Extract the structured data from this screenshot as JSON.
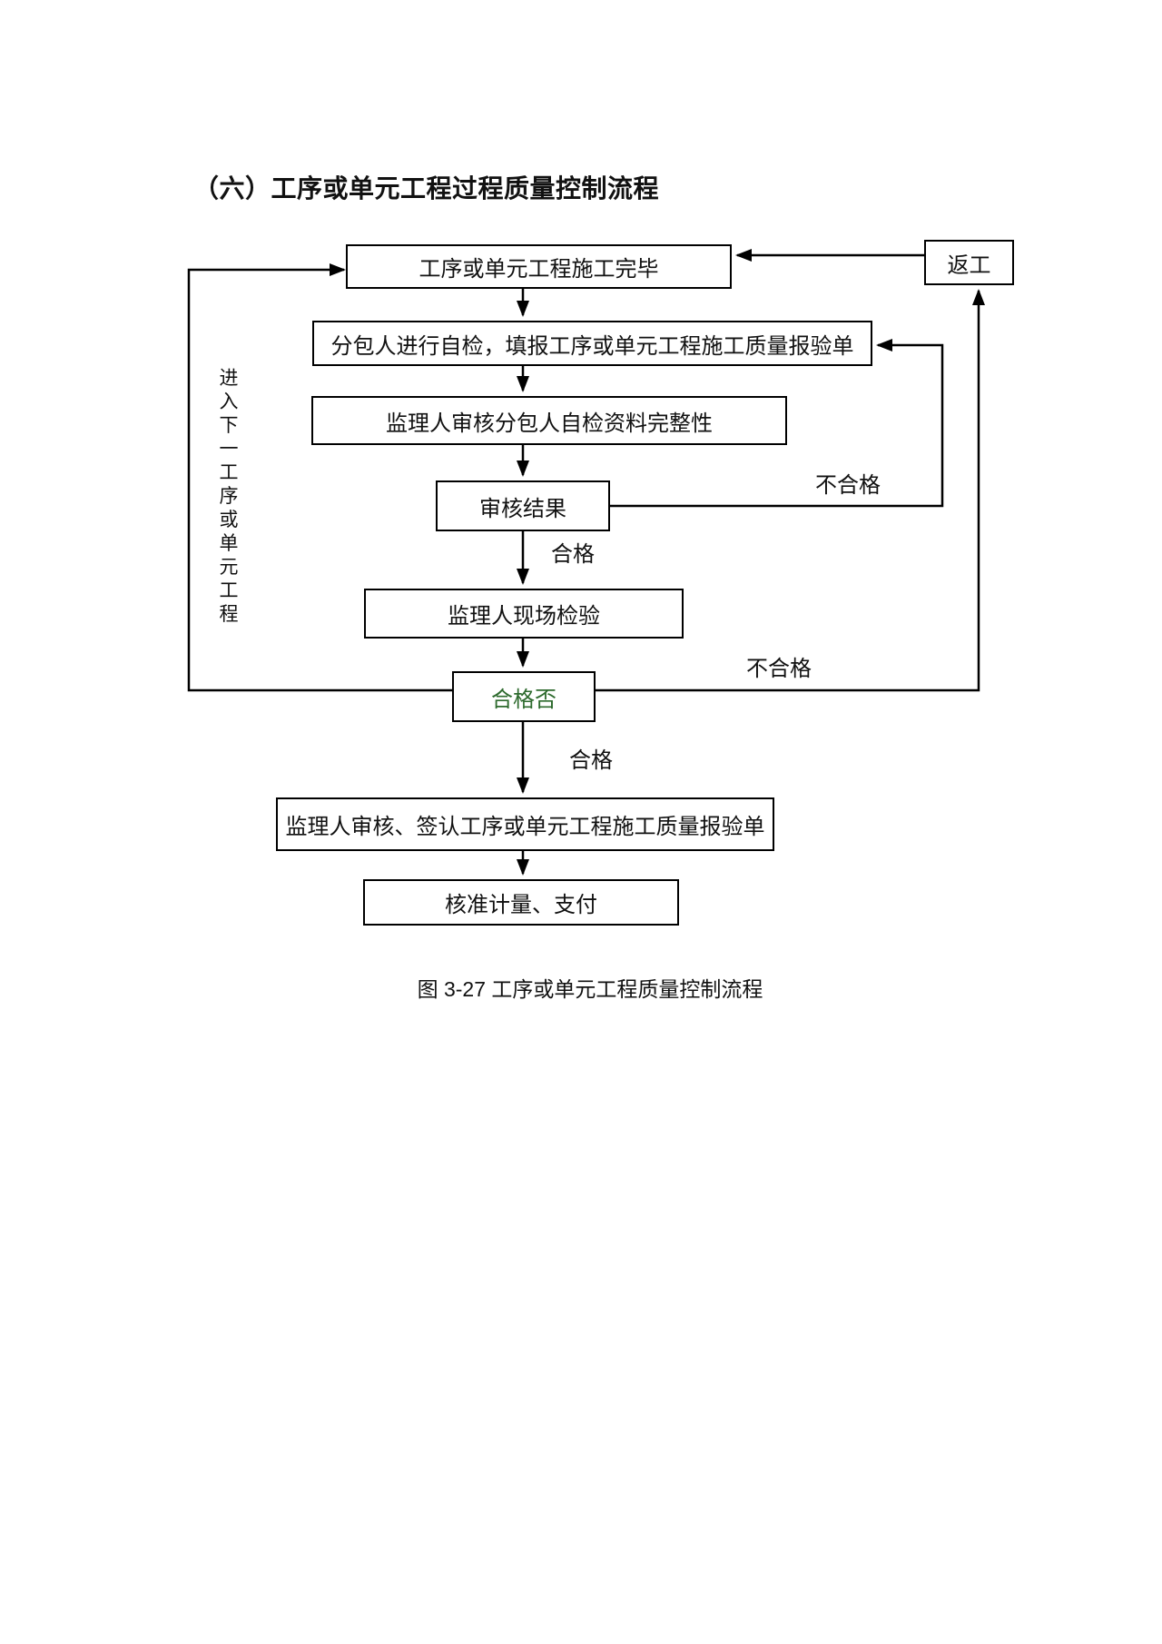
{
  "title": "（六）工序或单元工程过程质量控制流程",
  "caption": "图 3-27 工序或单元工程质量控制流程",
  "colors": {
    "background": "#ffffff",
    "line": "#000000",
    "text": "#111111",
    "decision_text": "#2d6a2d"
  },
  "flowchart": {
    "nodes": [
      {
        "id": "construction-complete",
        "label": "工序或单元工程施工完毕"
      },
      {
        "id": "subcontractor-self-check",
        "label": "分包人进行自检，填报工序或单元工程施工质量报验单"
      },
      {
        "id": "supervisor-review-completeness",
        "label": "监理人审核分包人自检资料完整性"
      },
      {
        "id": "review-result",
        "label": "审核结果"
      },
      {
        "id": "supervisor-site-inspection",
        "label": "监理人现场检验"
      },
      {
        "id": "pass-decision",
        "label": "合格否"
      },
      {
        "id": "supervisor-sign-form",
        "label": "监理人审核、签认工序或单元工程施工质量报验单"
      },
      {
        "id": "approve-payment",
        "label": "核准计量、支付"
      },
      {
        "id": "rework",
        "label": "返工"
      }
    ],
    "edge_labels": {
      "pass_upper": "合格",
      "pass_lower": "合格",
      "fail_upper": "不合格",
      "fail_lower": "不合格",
      "next_process": "进入下一工序或单元工程"
    }
  }
}
